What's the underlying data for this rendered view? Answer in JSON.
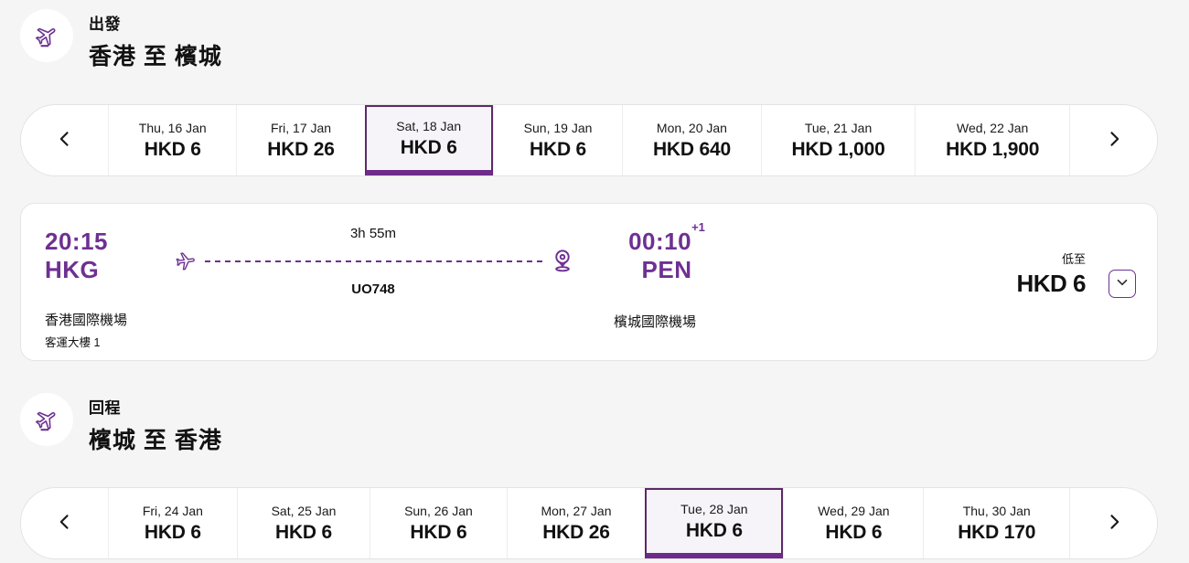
{
  "colors": {
    "brand_purple": "#6e3092",
    "selected_border": "#5c2a69",
    "selected_bottom_bar": "#6d2b8a",
    "selected_cell_bg": "#f7f4f9",
    "page_bg": "#f5f5f6",
    "card_bg": "#ffffff",
    "card_border": "#e5e5e5",
    "text": "#111111"
  },
  "icons": {
    "outbound_header": "departure-plane-icon",
    "inbound_header": "departure-plane-icon",
    "route_start": "airplane-icon",
    "route_end": "location-pin-icon",
    "carousel_prev": "chevron-left-icon",
    "carousel_next": "chevron-right-icon",
    "fare_expand": "chevron-down-icon"
  },
  "outbound": {
    "label": "出發",
    "title": "香港 至 檳城",
    "dates": [
      {
        "day": "Thu, 16 Jan",
        "price": "HKD 6",
        "selected": false
      },
      {
        "day": "Fri, 17 Jan",
        "price": "HKD 26",
        "selected": false
      },
      {
        "day": "Sat, 18 Jan",
        "price": "HKD 6",
        "selected": true
      },
      {
        "day": "Sun, 19 Jan",
        "price": "HKD 6",
        "selected": false
      },
      {
        "day": "Mon, 20 Jan",
        "price": "HKD 640",
        "selected": false
      },
      {
        "day": "Tue, 21 Jan",
        "price": "HKD 1,000",
        "selected": false
      },
      {
        "day": "Wed, 22 Jan",
        "price": "HKD 1,900",
        "selected": false
      }
    ],
    "flight": {
      "dep_time": "20:15",
      "dep_code": "HKG",
      "dep_airport": "香港國際機場",
      "dep_terminal": "客運大樓 1",
      "duration": "3h 55m",
      "flight_no": "UO748",
      "arr_time": "00:10",
      "arr_plus": "+1",
      "arr_code": "PEN",
      "arr_airport": "檳城國際機場",
      "fare_label": "低至",
      "fare_price": "HKD 6"
    }
  },
  "inbound": {
    "label": "回程",
    "title": "檳城 至 香港",
    "dates": [
      {
        "day": "Fri, 24 Jan",
        "price": "HKD 6",
        "selected": false
      },
      {
        "day": "Sat, 25 Jan",
        "price": "HKD 6",
        "selected": false
      },
      {
        "day": "Sun, 26 Jan",
        "price": "HKD 6",
        "selected": false
      },
      {
        "day": "Mon, 27 Jan",
        "price": "HKD 26",
        "selected": false
      },
      {
        "day": "Tue, 28 Jan",
        "price": "HKD 6",
        "selected": true
      },
      {
        "day": "Wed, 29 Jan",
        "price": "HKD 6",
        "selected": false
      },
      {
        "day": "Thu, 30 Jan",
        "price": "HKD 170",
        "selected": false
      }
    ]
  }
}
